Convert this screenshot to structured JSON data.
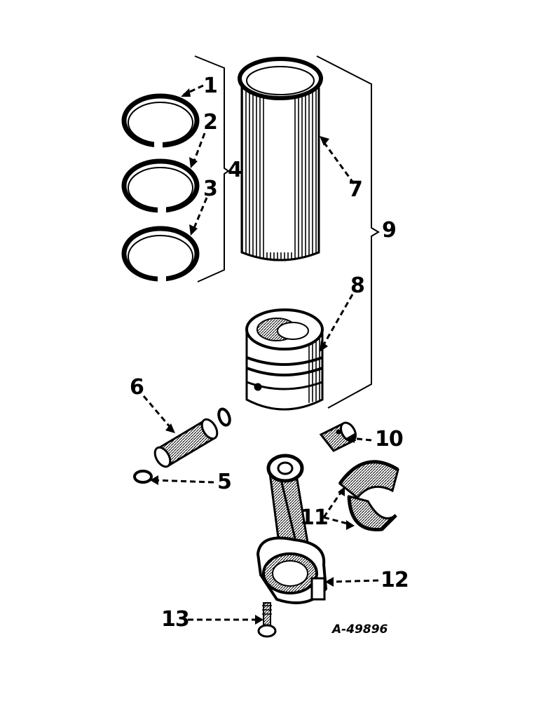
{
  "callouts": {
    "c1": "1",
    "c2": "2",
    "c3": "3",
    "c4": "4",
    "c5": "5",
    "c6": "6",
    "c7": "7",
    "c8": "8",
    "c9": "9",
    "c10": "10",
    "c11": "11",
    "c12": "12",
    "c13": "13"
  },
  "reference_number": "A-49896",
  "colors": {
    "ink": "#000000",
    "paper": "#ffffff"
  }
}
